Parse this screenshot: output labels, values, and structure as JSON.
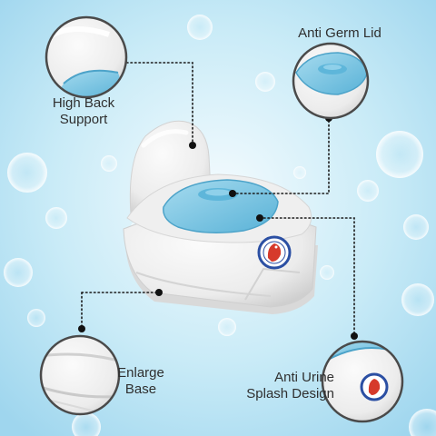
{
  "features": {
    "high_back_support": {
      "line1": "High Back",
      "line2": "Support"
    },
    "anti_germ_lid": {
      "line1": "Anti Germ Lid"
    },
    "enlarge_base": {
      "line1": "Enlarge",
      "line2": "Base"
    },
    "anti_urine_splash": {
      "line1": "Anti Urine",
      "line2": "Splash Design"
    }
  },
  "colors": {
    "background_light": "#eaf6fb",
    "background_blue": "#a8dcf0",
    "bubble": "#ffffff",
    "potty_body": "#eeeeee",
    "potty_shadow": "#c9c9c9",
    "lid_blue": "#7ec7e4",
    "lid_blue_dark": "#4fa9cf",
    "sticker_ring": "#2b4fa3",
    "sticker_red": "#d63a2b",
    "leader_line": "#1a1a1a",
    "label_text": "#2f2f2f",
    "zoom_ring": "#4a4a4a"
  },
  "icons": {
    "zoom_back": "high-back-zoom-icon",
    "zoom_lid": "anti-germ-lid-zoom-icon",
    "zoom_base": "enlarge-base-zoom-icon",
    "zoom_splash": "anti-urine-splash-zoom-icon",
    "sticker": "dragon-sticker-icon"
  }
}
